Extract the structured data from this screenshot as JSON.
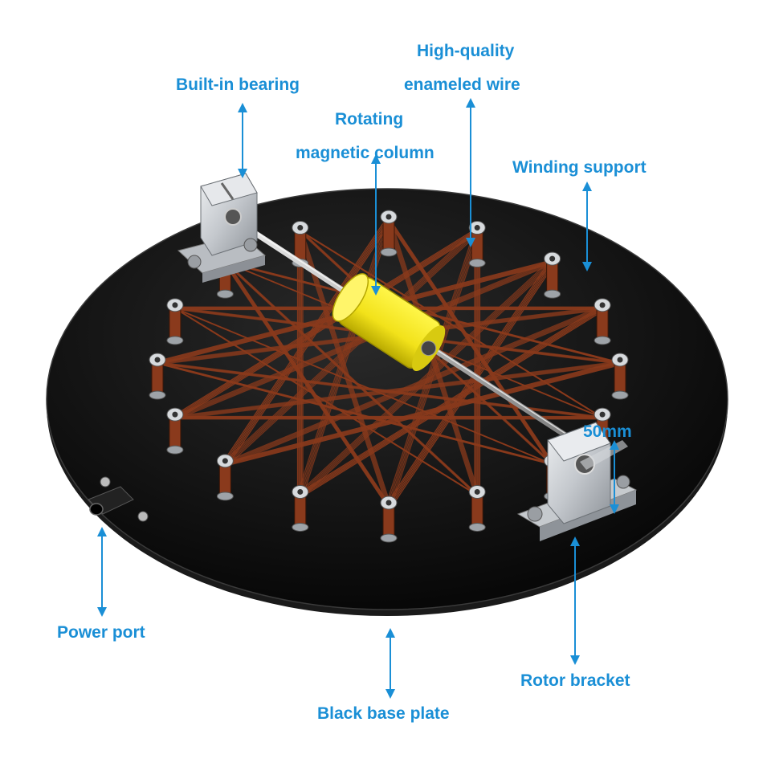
{
  "labels": {
    "built_in_bearing": "Built-in bearing",
    "high_quality_line1": "High-quality",
    "high_quality_line2": "enameled wire",
    "rotating_line1": "Rotating",
    "rotating_line2": "magnetic column",
    "winding_support": "Winding support",
    "dimension": "50mm",
    "power_port": "Power port",
    "rotor_bracket": "Rotor bracket",
    "black_base_plate": "Black base plate"
  },
  "colors": {
    "label_blue": "#1a8fd6",
    "base_plate": "#0b0b0b",
    "copper_wire": "#8a3a1c",
    "magnet_yellow": "#f2e21a",
    "aluminum": "#c9cdd2"
  },
  "device": {
    "winding_support_count": 16,
    "star_points": 16
  }
}
